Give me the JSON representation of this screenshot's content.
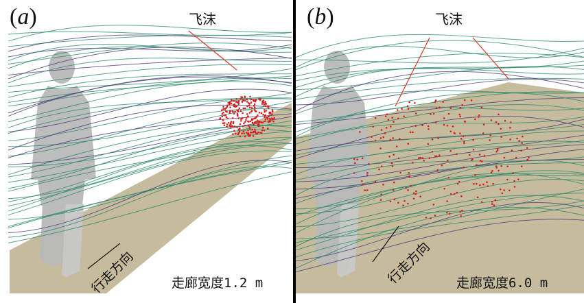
{
  "panels": [
    {
      "label": "a",
      "droplet_label": "飞沫",
      "walk_label": "行走方向",
      "width_label": "走廊宽度1.2 m"
    },
    {
      "label": "b",
      "droplet_label": "飞沫",
      "walk_label": "行走方向",
      "width_label": "走廊宽度6.0 m"
    }
  ],
  "colors": {
    "floor": "#c6bb9c",
    "streamline": "#2e8a6e",
    "streamline_dark": "#4a3d7a",
    "droplet": "#d42020",
    "person": "#b9b9b9"
  }
}
